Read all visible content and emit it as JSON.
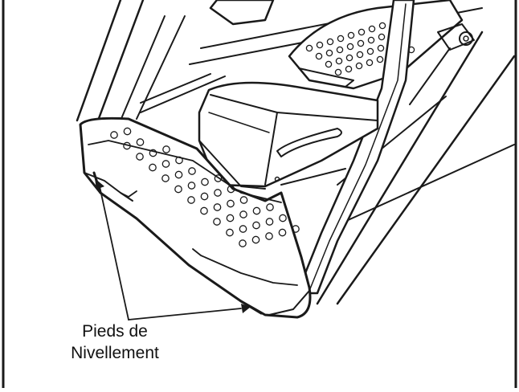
{
  "figure": {
    "subject": "elliptical trainer rear base with pedal and leveling feet",
    "callout_label_line1": "Pieds de",
    "callout_label_line2": "Nivellement",
    "ink_color": "#1a1a1a",
    "background_color": "#ffffff"
  }
}
